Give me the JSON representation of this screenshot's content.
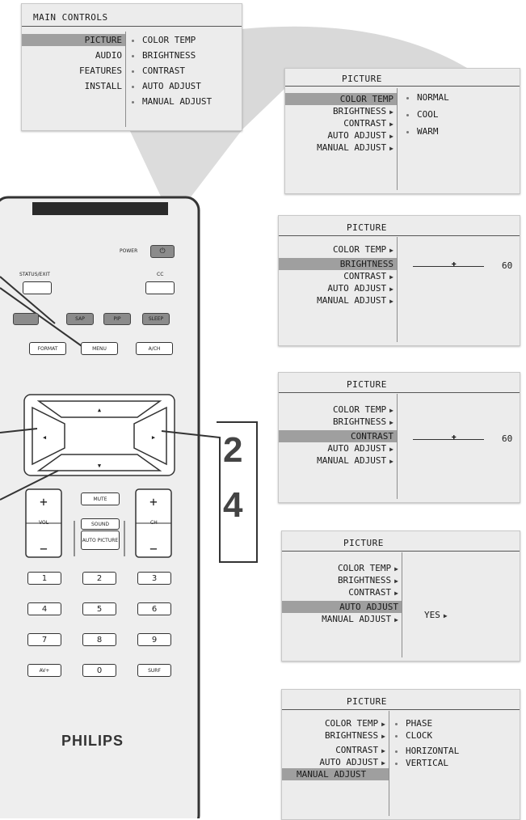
{
  "main_menu": {
    "title": "MAIN CONTROLS",
    "items": [
      "PICTURE",
      "AUDIO",
      "FEATURES",
      "INSTALL"
    ],
    "selected": "PICTURE",
    "submenu": [
      "COLOR TEMP",
      "BRIGHTNESS",
      "CONTRAST",
      "AUTO ADJUST",
      "MANUAL ADJUST"
    ]
  },
  "panel_color_temp": {
    "title": "PICTURE",
    "items": [
      "COLOR TEMP",
      "BRIGHTNESS",
      "CONTRAST",
      "AUTO ADJUST",
      "MANUAL ADJUST"
    ],
    "selected": "COLOR TEMP",
    "options": [
      "NORMAL",
      "COOL",
      "WARM"
    ]
  },
  "panel_brightness": {
    "title": "PICTURE",
    "items": [
      "COLOR TEMP",
      "BRIGHTNESS",
      "CONTRAST",
      "AUTO ADJUST",
      "MANUAL ADJUST"
    ],
    "selected": "BRIGHTNESS",
    "value": "60",
    "level": 0.6
  },
  "panel_contrast": {
    "title": "PICTURE",
    "items": [
      "COLOR TEMP",
      "BRIGHTNESS",
      "CONTRAST",
      "AUTO ADJUST",
      "MANUAL ADJUST"
    ],
    "selected": "CONTRAST",
    "value": "60",
    "level": 0.6
  },
  "panel_auto_adjust": {
    "title": "PICTURE",
    "items": [
      "COLOR TEMP",
      "BRIGHTNESS",
      "CONTRAST",
      "AUTO ADJUST",
      "MANUAL ADJUST"
    ],
    "selected": "AUTO ADJUST",
    "option": "YES"
  },
  "panel_manual_adjust": {
    "title": "PICTURE",
    "items": [
      "COLOR TEMP",
      "BRIGHTNESS",
      "CONTRAST",
      "AUTO ADJUST",
      "MANUAL ADJUST"
    ],
    "selected": "MANUAL ADJUST",
    "options": [
      "PHASE",
      "CLOCK",
      "HORIZONTAL",
      "VERTICAL"
    ]
  },
  "remote": {
    "brand": "PHILIPS",
    "power_label": "POWER",
    "status_label": "STATUS/EXIT",
    "cc_label": "CC",
    "row_buttons": [
      "SAP",
      "PIP",
      "SLEEP"
    ],
    "format": "FORMAT",
    "menu": "MENU",
    "ach": "A/CH",
    "mute": "MUTE",
    "vol": "VOL",
    "ch": "CH",
    "sound": "SOUND",
    "auto_picture": "AUTO PICTURE",
    "digits": [
      "1",
      "2",
      "3",
      "4",
      "5",
      "6",
      "7",
      "8",
      "9"
    ],
    "av": "AV+",
    "zero": "0",
    "surf": "SURF"
  },
  "steps": [
    "2",
    "4"
  ],
  "colors": {
    "panel": "#ececec",
    "highlight": "#9f9f9f",
    "wedge": "#d8d8d8"
  }
}
